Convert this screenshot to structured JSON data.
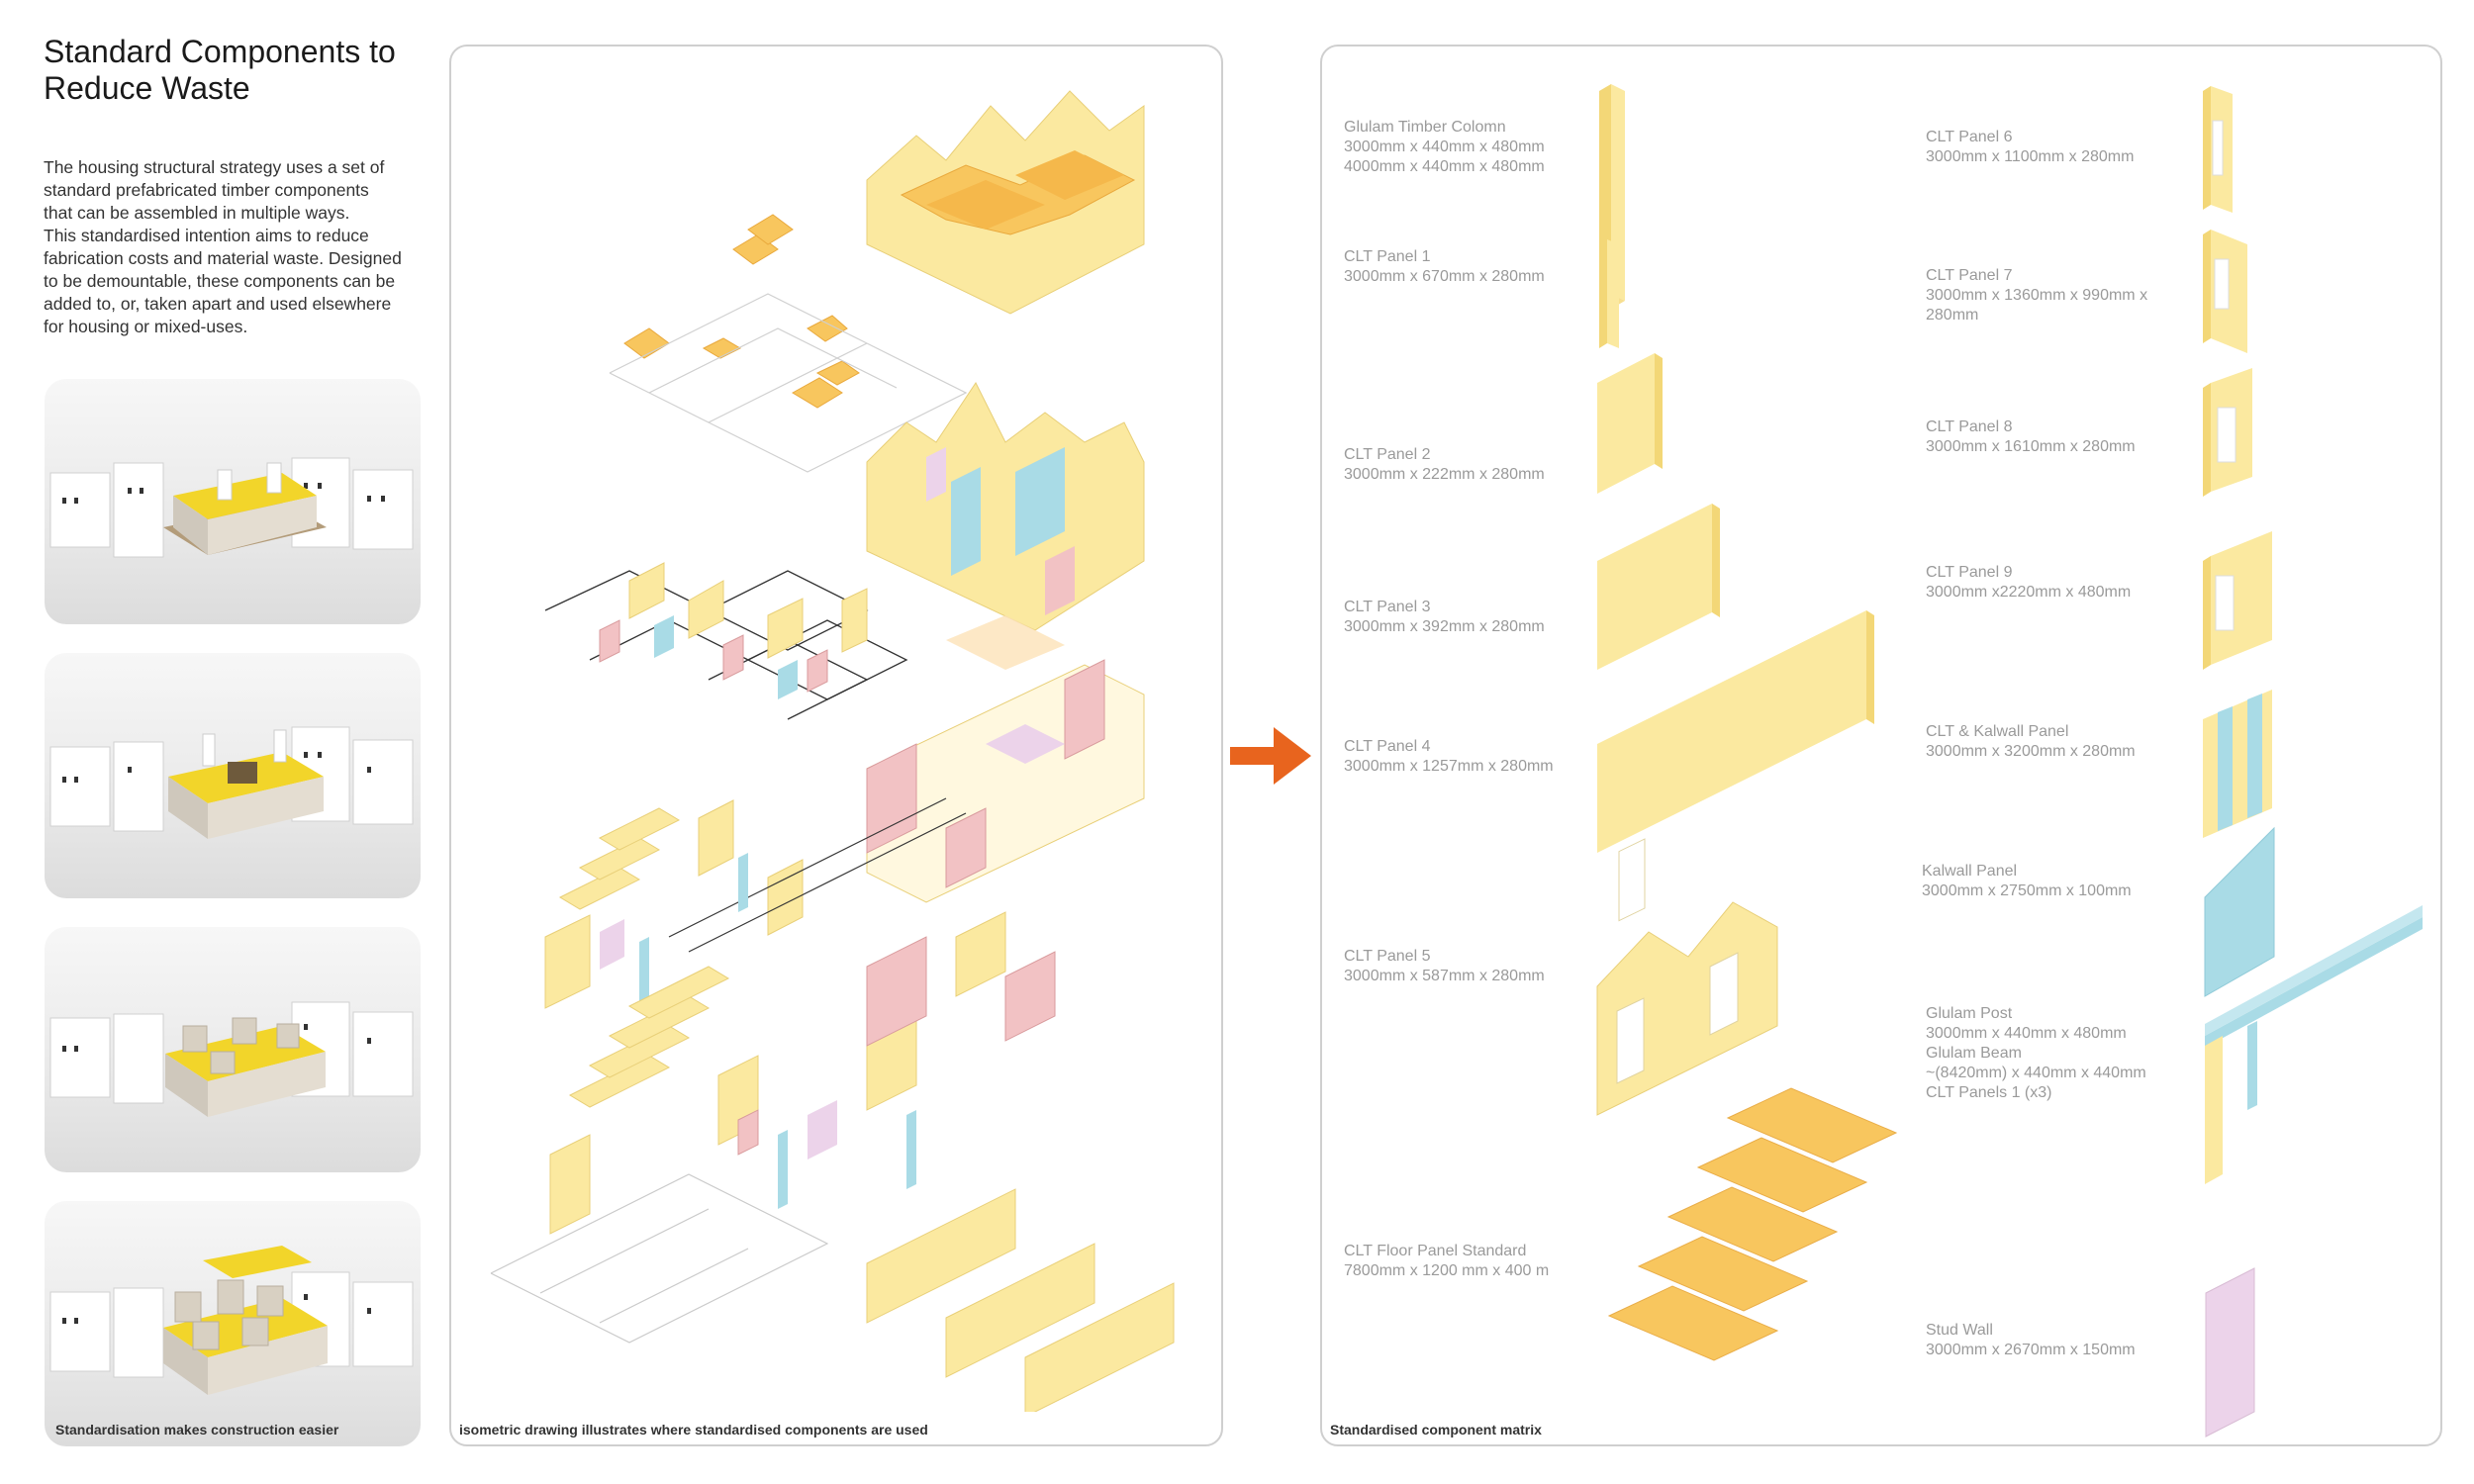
{
  "heading": {
    "title_line1": "Standard Components to",
    "title_line2": "Reduce Waste"
  },
  "intro": {
    "lines": [
      "The housing structural strategy uses a set of",
      "standard prefabricated timber components",
      "that can be assembled in multiple ways.",
      "This standardised intention aims to reduce",
      "fabrication costs and material waste. Designed",
      "to be demountable, these components can be",
      "added to, or, taken apart and used elsewhere",
      "for housing or mixed-uses."
    ]
  },
  "captions": {
    "photos": "Standardisation makes construction easier",
    "isometric": "isometric drawing illustrates where standardised components are used",
    "matrix": "Standardised component matrix"
  },
  "colors": {
    "yellow": "#fbe9a0",
    "yellow_dark": "#f3d777",
    "orange": "#f8c65e",
    "blue": "#a9dbe6",
    "pink": "#f2c2c4",
    "lilac": "#ecd3ea",
    "arrow": "#e8641e",
    "model_yellow": "#f2d52a"
  },
  "components": {
    "left": [
      {
        "name": "Glulam Timber Colomn",
        "dims": [
          "3000mm x 440mm x 480mm",
          "4000mm x 440mm x 480mm"
        ]
      },
      {
        "name": "CLT Panel 1",
        "dims": [
          "3000mm x 670mm x 280mm"
        ]
      },
      {
        "name": "CLT Panel 2",
        "dims": [
          "3000mm x 222mm x 280mm"
        ]
      },
      {
        "name": "CLT Panel 3",
        "dims": [
          "3000mm x 392mm x 280mm"
        ]
      },
      {
        "name": "CLT Panel 4",
        "dims": [
          "3000mm x 1257mm x 280mm"
        ]
      },
      {
        "name": "CLT Panel 5",
        "dims": [
          "3000mm x 587mm x 280mm"
        ]
      },
      {
        "name": "CLT Floor Panel Standard",
        "dims": [
          "7800mm x 1200 mm x 400 m"
        ]
      }
    ],
    "right": [
      {
        "name": "CLT Panel 6",
        "dims": [
          "3000mm x 1100mm x 280mm"
        ]
      },
      {
        "name": "CLT Panel 7",
        "dims": [
          "3000mm x 1360mm x 990mm x",
          "280mm"
        ]
      },
      {
        "name": "CLT Panel 8",
        "dims": [
          "3000mm x 1610mm x 280mm"
        ]
      },
      {
        "name": "CLT Panel 9",
        "dims": [
          "3000mm x2220mm x 480mm"
        ]
      },
      {
        "name": "CLT & Kalwall Panel",
        "dims": [
          "3000mm x 3200mm x 280mm"
        ]
      },
      {
        "name": "Kalwall Panel",
        "dims": [
          "3000mm x 2750mm x 100mm"
        ]
      },
      {
        "name": "Glulam Post",
        "dims": [
          "3000mm x 440mm x 480mm",
          "Glulam Beam",
          "~(8420mm) x  440mm x 440mm",
          "CLT Panels 1 (x3)"
        ]
      },
      {
        "name": "Stud Wall",
        "dims": [
          "3000mm x 2670mm x 150mm"
        ]
      }
    ]
  }
}
